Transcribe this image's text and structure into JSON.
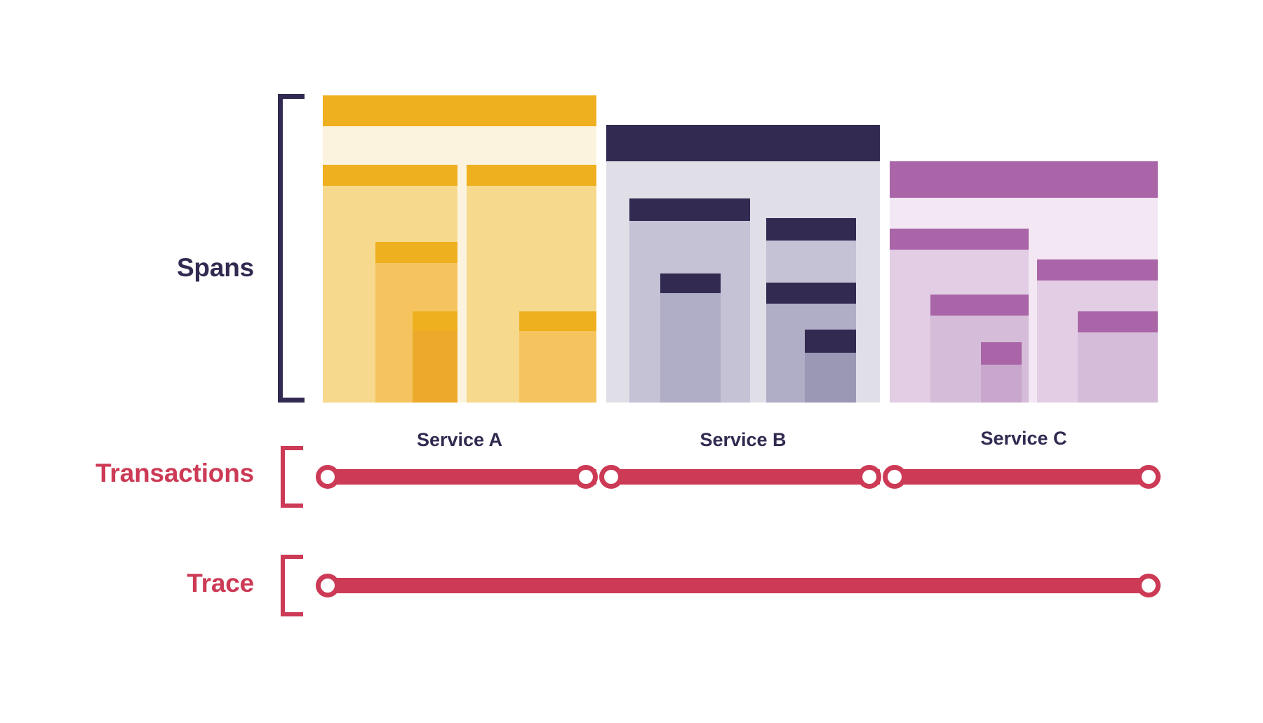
{
  "diagram": {
    "title": "Spans, Transactions and Trace relationship",
    "background": "#ffffff"
  },
  "rows": {
    "spans": {
      "label": "Spans",
      "color": "#332a51"
    },
    "transactions": {
      "label": "Transactions",
      "color": "#cc3a55"
    },
    "trace": {
      "label": "Trace",
      "color": "#cc3a55"
    }
  },
  "palette": {
    "amber_strong": "#efb01f",
    "amber_mid": "#f7d98d",
    "amber_pale": "#fcf3de",
    "amber_deep": "#f5c45e",
    "navy_strong": "#332a51",
    "grey_mid": "#c4c2d4",
    "grey_pale": "#e0dfe8",
    "grey_deep": "#b0aec6",
    "purple_strong": "#aa65a8",
    "purple_mid": "#e2cde4",
    "purple_pale": "#f2e7f2",
    "purple_deep": "#d5bcd8",
    "crimson": "#cc3a55",
    "white": "#ffffff"
  },
  "services": [
    {
      "name": "Service A",
      "caption": "Service A",
      "accent": "#efb01f",
      "spans": [
        {
          "name": "root-span",
          "header": "#efb01f",
          "body": "#fcf3de"
        },
        {
          "name": "child-span-1",
          "header": "#efb01f",
          "body": "#f7d98d"
        },
        {
          "name": "child-span-2",
          "header": "#efb01f",
          "body": "#f5c45e"
        },
        {
          "name": "child-span-3",
          "header": "#efb01f",
          "body": "#eda92b"
        },
        {
          "name": "sibling-span-1",
          "header": "#efb01f",
          "body": "#f7d98d"
        },
        {
          "name": "sibling-span-2",
          "header": "#efb01f",
          "body": "#f5c45e"
        }
      ]
    },
    {
      "name": "Service B",
      "caption": "Service B",
      "accent": "#332a51",
      "spans": [
        {
          "name": "root-span",
          "header": "#332a51",
          "body": "#e0dfe8"
        },
        {
          "name": "child-span-1",
          "header": "#332a51",
          "body": "#c4c2d4"
        },
        {
          "name": "child-span-2",
          "header": "#332a51",
          "body": "#b0aec6"
        },
        {
          "name": "sibling-span-1",
          "header": "#332a51",
          "body": "#c4c2d4"
        },
        {
          "name": "sibling-span-2",
          "header": "#332a51",
          "body": "#b0aec6"
        },
        {
          "name": "sibling-span-3",
          "header": "#332a51",
          "body": "#9b98b5"
        }
      ]
    },
    {
      "name": "Service C",
      "caption": "Service C",
      "accent": "#aa65a8",
      "spans": [
        {
          "name": "root-span",
          "header": "#aa65a8",
          "body": "#f2e7f2"
        },
        {
          "name": "child-span-1",
          "header": "#aa65a8",
          "body": "#e2cde4"
        },
        {
          "name": "child-span-2",
          "header": "#aa65a8",
          "body": "#d5bcd8"
        },
        {
          "name": "child-span-3",
          "header": "#aa65a8",
          "body": "#c9a7cd"
        },
        {
          "name": "sibling-span-1",
          "header": "#aa65a8",
          "body": "#e2cde4"
        },
        {
          "name": "sibling-span-2",
          "header": "#aa65a8",
          "body": "#d5bcd8"
        }
      ]
    }
  ],
  "transactions": [
    {
      "name": "transaction-service-a",
      "start_dot": true,
      "end_dot": true
    },
    {
      "name": "transaction-service-b",
      "start_dot": true,
      "end_dot": true
    },
    {
      "name": "transaction-service-c",
      "start_dot": true,
      "end_dot": true
    }
  ],
  "trace": {
    "name": "trace-span",
    "start_dot": true,
    "end_dot": true
  }
}
